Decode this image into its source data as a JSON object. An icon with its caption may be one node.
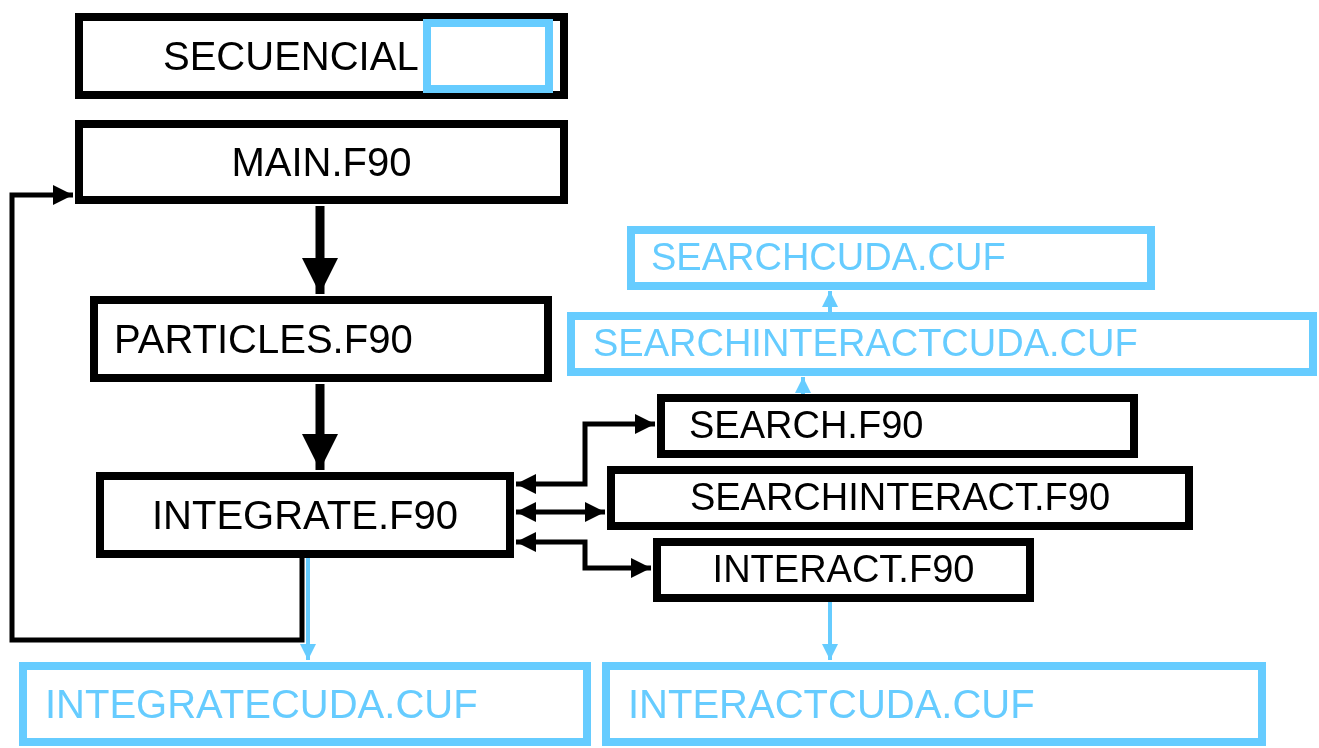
{
  "diagram": {
    "nodes": [
      {
        "text": [
          "SECUENCIAL"
        ]
      },
      {
        "text": [],
        "shape": "box",
        "in": 0
      },
      {
        "text": [
          "MAIN.F90"
        ]
      },
      {
        "text": [
          "PARTICLES.F90"
        ]
      },
      {
        "text": [
          "INTEGRATE.F90"
        ]
      },
      {
        "text": [
          "SEARCHCUDA.CUF"
        ]
      },
      {
        "text": [
          "SEARCHINTERACTCUDA.CUF"
        ]
      },
      {
        "text": [
          "SEARCH.F90"
        ]
      },
      {
        "text": [
          "SEARCHINTERACT.F90"
        ]
      },
      {
        "text": [
          "INTERACT.F90"
        ]
      },
      {
        "text": [
          "INTEGRATECUDA.CUF"
        ]
      },
      {
        "text": [
          "INTERACTCUDA.CUF"
        ]
      }
    ],
    "edges": [
      {
        "from": 2,
        "to": 3,
        "arrow": "to",
        "style": "thick"
      },
      {
        "from": 3,
        "to": 4,
        "arrow": "to",
        "style": "thick"
      },
      {
        "from": 4,
        "to": 2,
        "arrow": "to"
      },
      {
        "from": 4,
        "to": 7,
        "arrow": "both"
      },
      {
        "from": 4,
        "to": 8,
        "arrow": "both"
      },
      {
        "from": 4,
        "to": 9,
        "arrow": "both"
      },
      {
        "from": 4,
        "to": 10,
        "arrow": "to",
        "color": "#66ccff"
      },
      {
        "from": 7,
        "to": 6,
        "arrow": "to",
        "color": "#66ccff"
      },
      {
        "from": 6,
        "to": 5,
        "arrow": "to",
        "color": "#66ccff"
      },
      {
        "from": 9,
        "to": 11,
        "arrow": "to",
        "color": "#66ccff"
      }
    ]
  }
}
